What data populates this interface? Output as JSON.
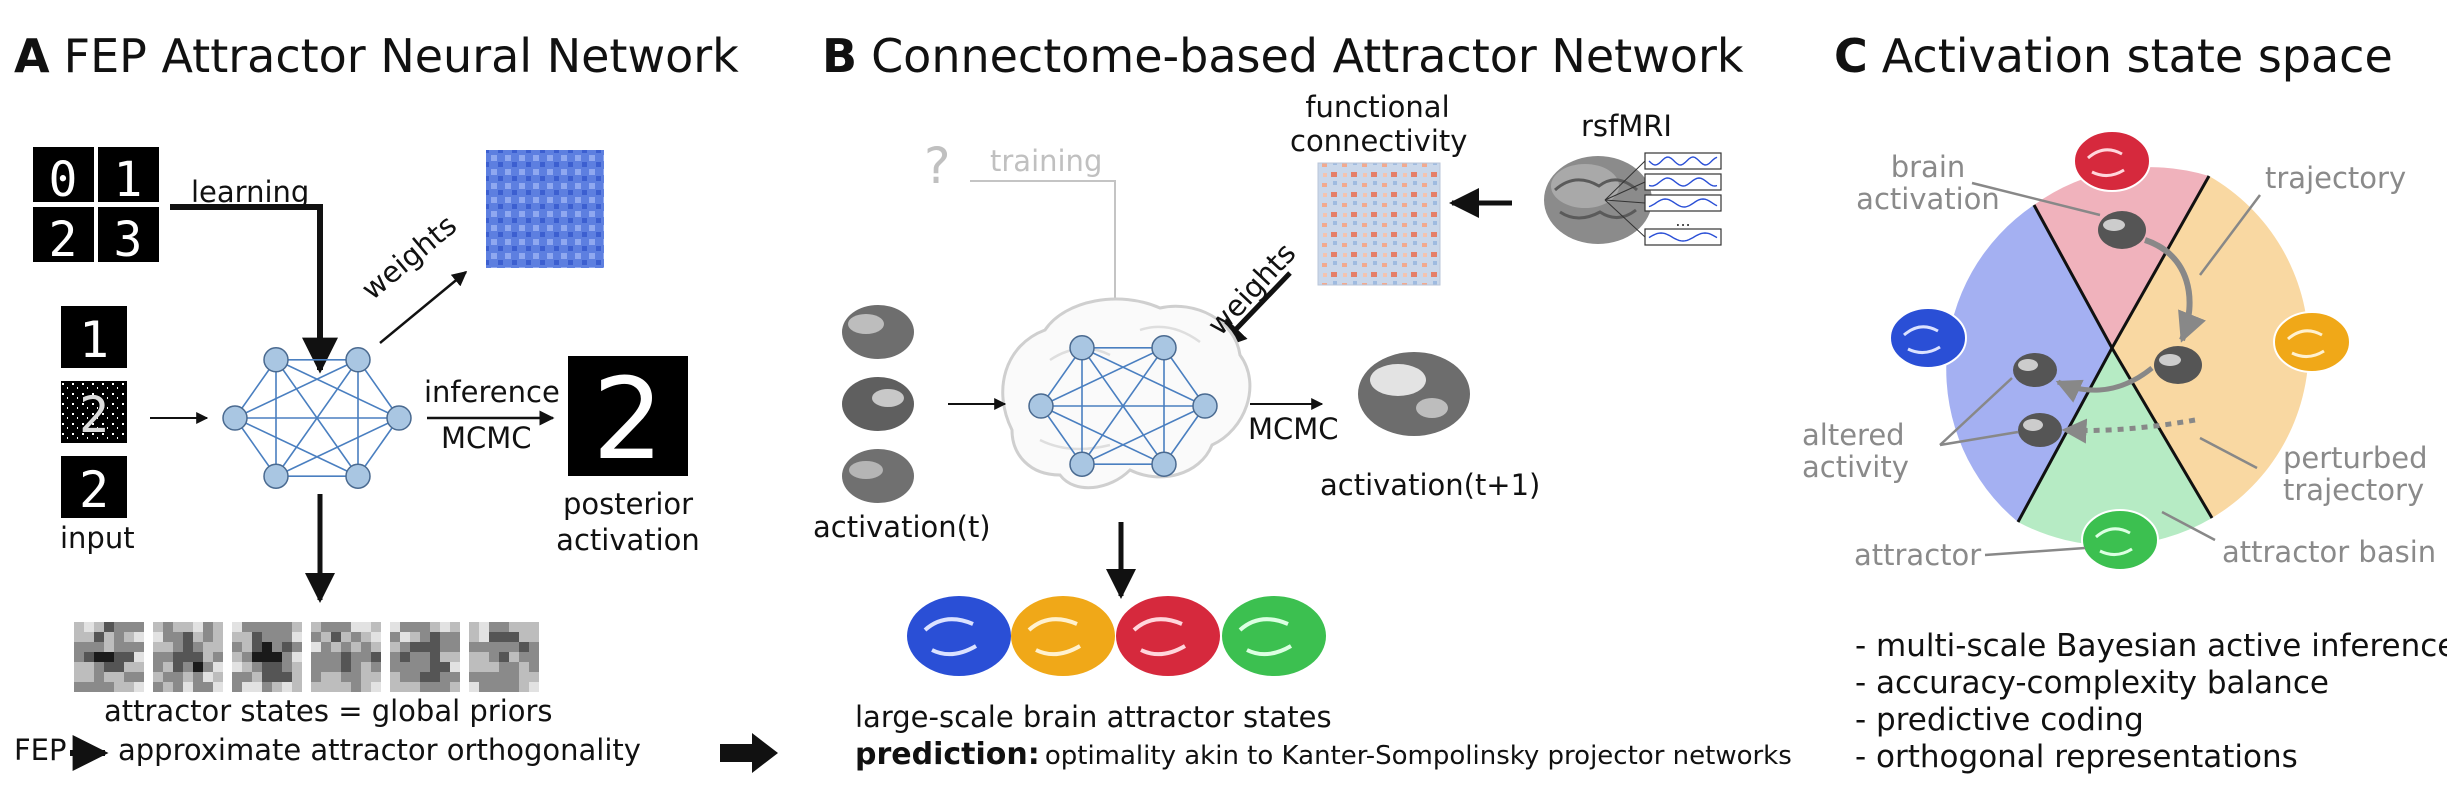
{
  "panels": {
    "a": {
      "letter": "A",
      "title": "FEP Attractor Neural Network",
      "learning": "learning",
      "weights": "weights",
      "inference": "inference",
      "mcmc": "MCMC",
      "input": "input",
      "posterior": "posterior",
      "activation": "activation",
      "attractor_states": "attractor states = global priors",
      "fep": "FEP",
      "orthogonality": "approximate attractor orthogonality",
      "digits_top": [
        "0",
        "1",
        "2",
        "3"
      ],
      "digits_output": "2"
    },
    "b": {
      "letter": "B",
      "title": "Connectome-based Attractor Network",
      "question": "?",
      "training": "training",
      "functional": "functional",
      "connectivity": "connectivity",
      "rsfmri": "rsfMRI",
      "weights": "weights",
      "activation_t": "activation(t)",
      "mcmc": "MCMC",
      "activation_t1": "activation(t+1)",
      "attractor_states": "large-scale brain attractor states",
      "prediction_bold": "prediction:",
      "prediction_rest": "optimality akin to Kanter-Sompolinsky projector networks",
      "ellipsis": "..."
    },
    "c": {
      "letter": "C",
      "title": "Activation state space",
      "brain_activation_1": "brain",
      "brain_activation_2": "activation",
      "trajectory": "trajectory",
      "altered_1": "altered",
      "altered_2": "activity",
      "perturbed_1": "perturbed",
      "perturbed_2": "trajectory",
      "attractor": "attractor",
      "attractor_basin": "attractor basin",
      "bullets": [
        "- multi-scale Bayesian active inference",
        "- accuracy-complexity balance",
        "- predictive coding",
        "- orthogonal representations"
      ]
    }
  },
  "colors": {
    "red": "#d6293d",
    "yellow": "#f0a818",
    "blue": "#2a4fd6",
    "green": "#3cc050",
    "sector_red": "#f0b2bc",
    "sector_yellow": "#f9d8a2",
    "sector_blue": "#a4b0f2",
    "sector_green": "#b6ebc4",
    "node": "#a9c6e2",
    "edge": "#4a7fc0",
    "gray": "#8a8a8a"
  }
}
